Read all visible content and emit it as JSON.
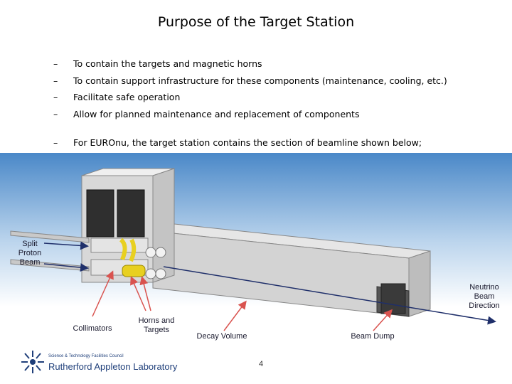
{
  "slide": {
    "title": "Purpose of the Target Station",
    "bullets": [
      "To contain the targets and magnetic horns",
      "To contain support infrastructure for these components (maintenance, cooling, etc.)",
      "Facilitate safe operation",
      "Allow for planned maintenance and replacement of components"
    ],
    "bullet_dash": "–",
    "sub_bullet": "For EUROnu, the target station contains the section of beamline shown below;",
    "page_number": "4"
  },
  "figure": {
    "labels": {
      "split_proton_beam": [
        "Split",
        "Proton",
        "Beam"
      ],
      "neutrino_beam_direction": [
        "Neutrino",
        "Beam",
        "Direction"
      ],
      "collimators": "Collimators",
      "horns_and_targets": [
        "Horns and",
        "Targets"
      ],
      "decay_volume": "Decay Volume",
      "beam_dump": "Beam Dump"
    },
    "colors": {
      "background_top": "#4a88c8",
      "background_bottom": "#ffffff",
      "arrow_red": "#d9534f",
      "arrow_navy": "#1f2f6a",
      "horn_yellow": "#e8d020"
    }
  },
  "footer": {
    "org_small": "Science & Technology Facilities Council",
    "org_large": "Rutherford Appleton Laboratory"
  }
}
